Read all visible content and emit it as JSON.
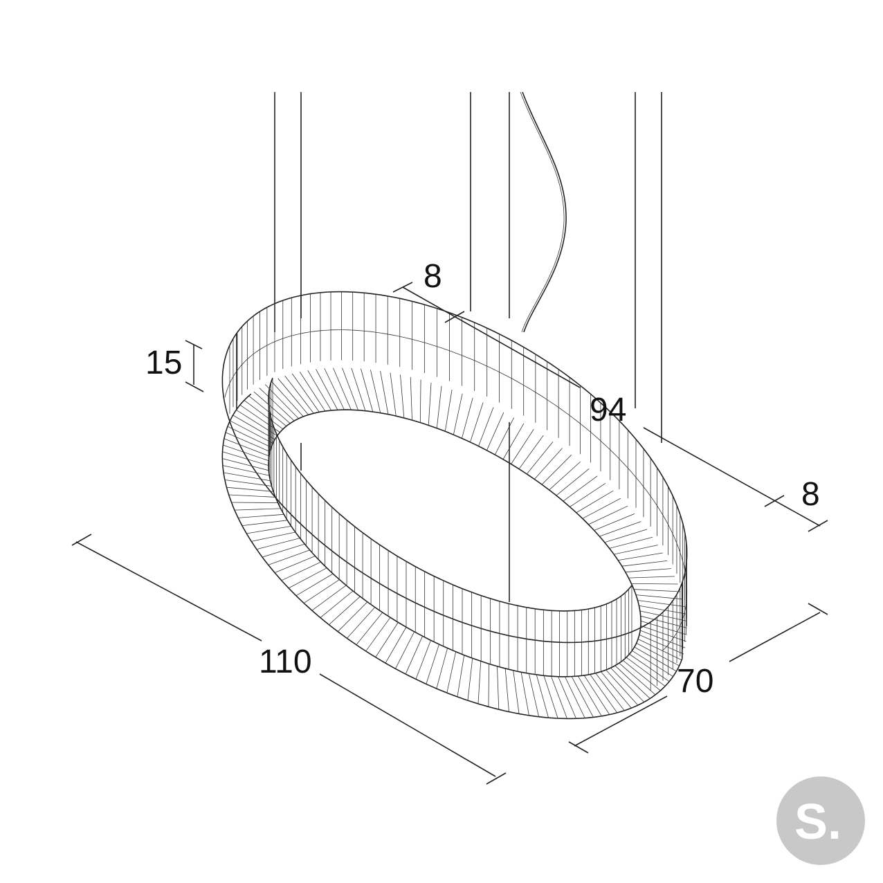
{
  "drawing": {
    "dimensions": {
      "length": "110",
      "width": "70",
      "height": "15",
      "inner_diameter": "94",
      "ring_thickness_top": "8",
      "ring_thickness_right": "8"
    },
    "logo": {
      "text": "S.",
      "color": "#c8c8c8"
    },
    "line_color": "#222222"
  }
}
